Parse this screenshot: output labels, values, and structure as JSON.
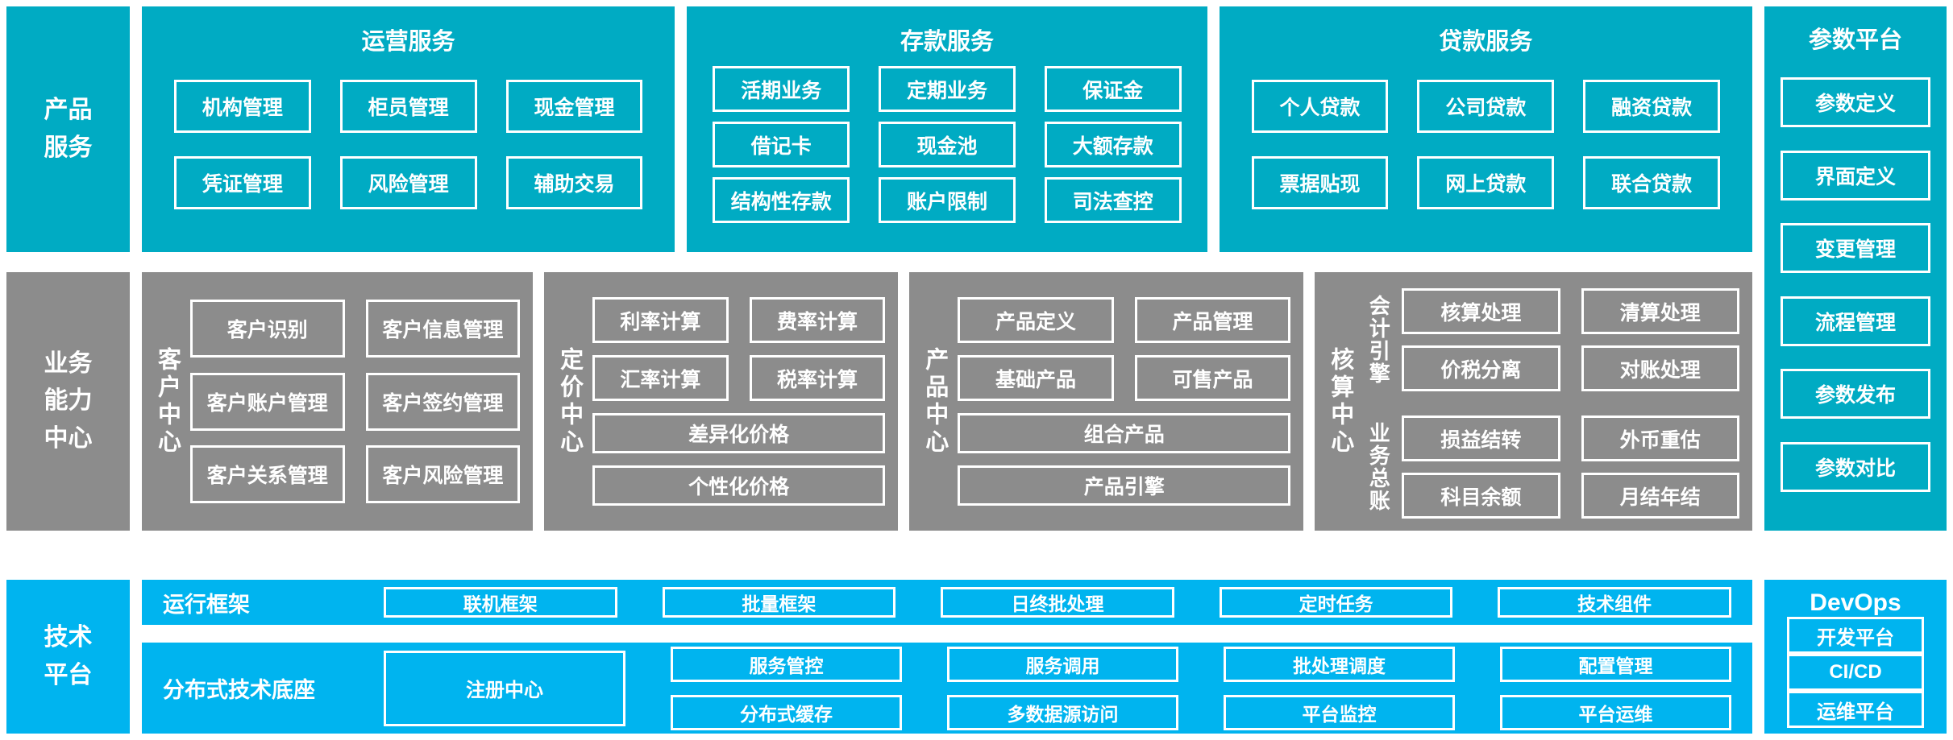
{
  "palette": {
    "teal": "#00abc3",
    "gray": "#8c8c8c",
    "blue": "#00b4ef",
    "text": "#ffffff"
  },
  "top": {
    "sidebar": "产品\n服务",
    "operations": {
      "title": "运营服务",
      "rows": [
        [
          "机构管理",
          "柜员管理",
          "现金管理"
        ],
        [
          "凭证管理",
          "风险管理",
          "辅助交易"
        ]
      ]
    },
    "deposits": {
      "title": "存款服务",
      "rows": [
        [
          "活期业务",
          "定期业务",
          "保证金"
        ],
        [
          "借记卡",
          "现金池",
          "大额存款"
        ],
        [
          "结构性存款",
          "账户限制",
          "司法查控"
        ]
      ]
    },
    "loans": {
      "title": "贷款服务",
      "rows": [
        [
          "个人贷款",
          "公司贷款",
          "融资贷款"
        ],
        [
          "票据贴现",
          "网上贷款",
          "联合贷款"
        ]
      ]
    }
  },
  "param_platform": {
    "title": "参数平台",
    "items": [
      "参数定义",
      "界面定义",
      "变更管理",
      "流程管理",
      "参数发布",
      "参数对比"
    ]
  },
  "middle": {
    "sidebar": "业务\n能力\n中心",
    "customer": {
      "label": "客户中心",
      "rows": [
        [
          "客户识别",
          "客户信息管理"
        ],
        [
          "客户账户管理",
          "客户签约管理"
        ],
        [
          "客户关系管理",
          "客户风险管理"
        ]
      ]
    },
    "pricing": {
      "label": "定价中心",
      "rows": [
        [
          "利率计算",
          "费率计算"
        ],
        [
          "汇率计算",
          "税率计算"
        ]
      ],
      "full": [
        "差异化价格",
        "个性化价格"
      ]
    },
    "product": {
      "label": "产品中心",
      "rows": [
        [
          "产品定义",
          "产品管理"
        ],
        [
          "基础产品",
          "可售产品"
        ]
      ],
      "full": [
        "组合产品",
        "产品引擎"
      ]
    },
    "accounting": {
      "label": "核算中心",
      "groups": [
        {
          "label": "会计引擎",
          "rows": [
            [
              "核算处理",
              "清算处理"
            ],
            [
              "价税分离",
              "对账处理"
            ]
          ]
        },
        {
          "label": "业务总账",
          "rows": [
            [
              "损益结转",
              "外币重估"
            ],
            [
              "科目余额",
              "月结年结"
            ]
          ]
        }
      ]
    }
  },
  "bottom": {
    "sidebar": "技术\n平台",
    "run_framework": {
      "label": "运行框架",
      "items": [
        "联机框架",
        "批量框架",
        "日终批处理",
        "定时任务",
        "技术组件"
      ]
    },
    "distributed_base": {
      "label": "分布式技术底座",
      "registry": "注册中心",
      "columns": [
        [
          "服务管控",
          "分布式缓存"
        ],
        [
          "服务调用",
          "多数据源访问"
        ],
        [
          "批处理调度",
          "平台监控"
        ],
        [
          "配置管理",
          "平台运维"
        ]
      ]
    },
    "devops": {
      "title": "DevOps",
      "items": [
        "开发平台",
        "CI/CD",
        "运维平台"
      ]
    }
  }
}
